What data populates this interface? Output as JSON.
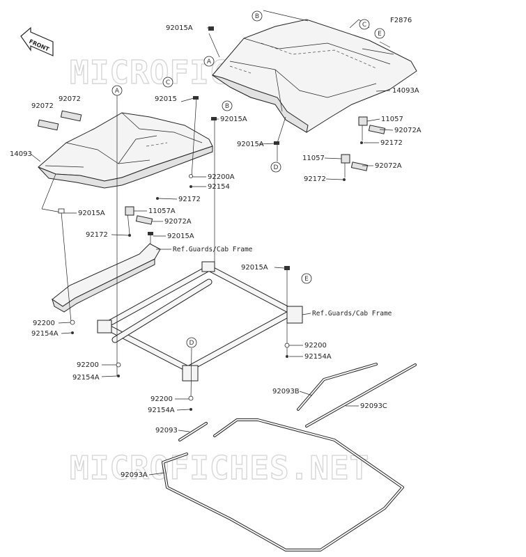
{
  "figure_code": "F2876",
  "front_label": "FRONT",
  "watermark": "MICROFICHES.NET",
  "refs": {
    "guards_1": "Ref.Guards/Cab Frame",
    "guards_2": "Ref.Guards/Cab Frame"
  },
  "callouts": {
    "a_top": "A",
    "a_left": "A",
    "b_top": "B",
    "b_mid": "B",
    "c_top": "C",
    "c_left": "C",
    "d_mid": "D",
    "d_bot": "D",
    "e_top": "E",
    "e_right": "E"
  },
  "parts": {
    "p92015A_1": "92015A",
    "p92015_1": "92015",
    "p92015A_2": "92015A",
    "p92015A_3": "92015A",
    "p14093A": "14093A",
    "p11057_1": "11057",
    "p92072A_1": "92072A",
    "p92172_1": "92172",
    "p11057_2": "11057",
    "p92072A_2": "92072A",
    "p92172_2": "92172",
    "p92072_1": "92072",
    "p92072_2": "92072",
    "p14093": "14093",
    "p92200A": "92200A",
    "p92154": "92154",
    "p92172_3": "92172",
    "p92015A_4": "92015A",
    "p11057A": "11057A",
    "p92072A_3": "92072A",
    "p92172_4": "92172",
    "p92015A_5": "92015A",
    "p92015A_6": "92015A",
    "p92200_1": "92200",
    "p92154A_1": "92154A",
    "p92200_2": "92200",
    "p92154A_2": "92154A",
    "p92200_3": "92200",
    "p92154A_3": "92154A",
    "p92200_4": "92200",
    "p92154A_4": "92154A",
    "p92093B": "92093B",
    "p92093C": "92093C",
    "p92093": "92093",
    "p92093A": "92093A"
  }
}
